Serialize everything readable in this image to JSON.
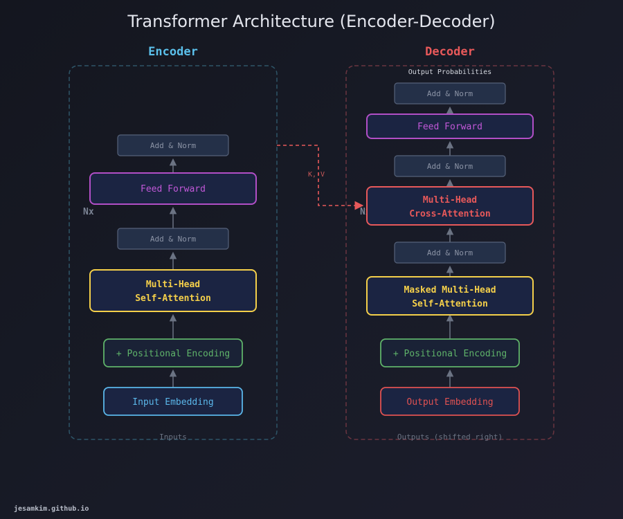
{
  "title": "Transformer Architecture (Encoder-Decoder)",
  "colors": {
    "encoder": "#5bc0eb",
    "decoder": "#e8595a",
    "add_norm": "#8b93a5",
    "feed_forward": "#c158d8",
    "attention": "#f5d04a",
    "positional": "#5fb36a",
    "input_embedding": "#5bb7ea",
    "output_embedding": "#e05252"
  },
  "encoder": {
    "title": "Encoder",
    "repeat_label": "Nx",
    "input_label": "Inputs",
    "blocks": {
      "add_norm_top": "Add & Norm",
      "feed_forward": "Feed Forward",
      "add_norm_bottom": "Add & Norm",
      "self_attention_line1": "Multi-Head",
      "self_attention_line2": "Self-Attention",
      "positional_encoding": "+ Positional Encoding",
      "input_embedding": "Input Embedding"
    }
  },
  "decoder": {
    "title": "Decoder",
    "repeat_label": "Nx",
    "output_top_label": "Output Probabilities",
    "input_label": "Outputs (shifted right)",
    "blocks": {
      "add_norm_top": "Add & Norm",
      "feed_forward": "Feed Forward",
      "add_norm_middle": "Add & Norm",
      "cross_attention_line1": "Multi-Head",
      "cross_attention_line2": "Cross-Attention",
      "add_norm_bottom": "Add & Norm",
      "masked_attention_line1": "Masked Multi-Head",
      "masked_attention_line2": "Self-Attention",
      "positional_encoding": "+ Positional Encoding",
      "output_embedding": "Output Embedding"
    }
  },
  "connection": {
    "label": "K, V"
  },
  "footer": "jesamkim.github.io"
}
